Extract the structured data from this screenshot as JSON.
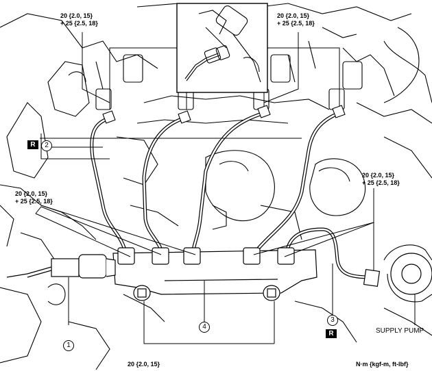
{
  "torque_labels": {
    "injector_top_left": [
      "20 {2.0, 15}",
      "+ 25 {2.5, 18}"
    ],
    "injector_top_right": [
      "20 {2.0, 15}",
      "+ 25 {2.5, 18}"
    ],
    "rail_left": [
      "20 {2.0, 15}",
      "+ 25 {2.5, 18}"
    ],
    "pump_right": [
      "20 {2.0, 15}",
      "+ 25 {2.5, 18}"
    ],
    "bolts_bottom": "20 {2.0, 15}"
  },
  "callouts": {
    "part_1": "1",
    "part_2": "2",
    "part_3": "3",
    "part_4": "4",
    "replace_mark": "R"
  },
  "supply_pump_label": "SUPPLY PUMP",
  "units_label": "N·m {kgf-m, ft-lbf}"
}
